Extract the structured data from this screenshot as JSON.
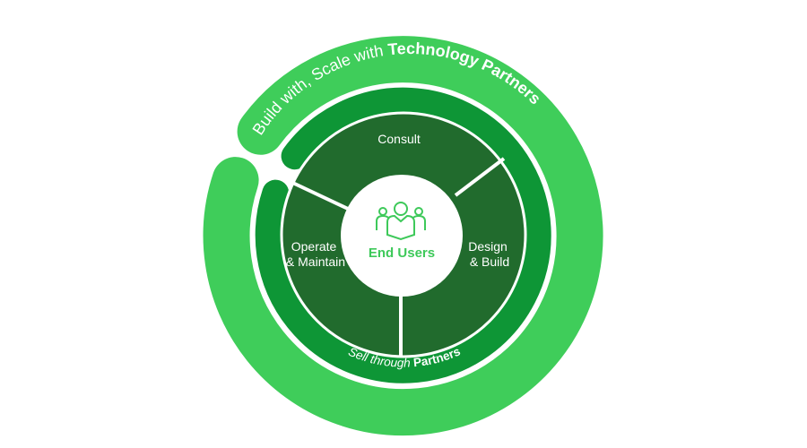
{
  "colors": {
    "outer_ring": "#3fcd5a",
    "middle_ring": "#0e9636",
    "inner_disc": "#216b2d",
    "center": "#ffffff",
    "accent_text": "#3ec95a"
  },
  "outer_ring": {
    "text_regular": "Build with, Scale with ",
    "text_bold": "Technology Partners"
  },
  "middle_ring": {
    "text_regular": "Sell through ",
    "text_bold": "Partners"
  },
  "segments": {
    "top": "Consult",
    "right_line1": "Design",
    "right_line2": "& Build",
    "left_line1": "Operate",
    "left_line2": "& Maintain"
  },
  "center": {
    "icon": "users-group-icon",
    "label": "End Users"
  }
}
